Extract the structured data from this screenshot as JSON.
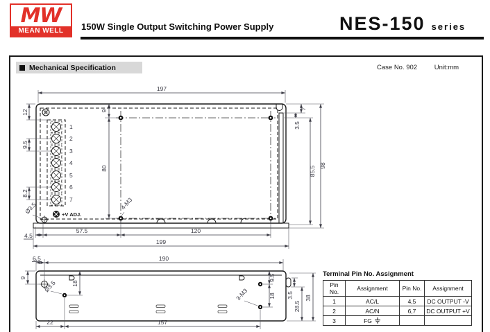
{
  "header": {
    "logo": {
      "monogram": "MW",
      "name": "MEAN WELL"
    },
    "title": "150W Single Output Switching Power Supply",
    "model": "NES-150",
    "series": "series"
  },
  "section": {
    "title": "Mechanical Specification",
    "case_no": "Case No. 902",
    "unit": "Unit:mm"
  },
  "top_view": {
    "dims": {
      "overall_width": "197",
      "terminal_top_offset": "12",
      "terminal_pitch_a": "9.5",
      "terminal_pitch_b": "8.2",
      "hole_from_top": "9",
      "hole_span_vertical": "80",
      "notch_depth": "7",
      "notch_offset": "3.5",
      "inner_height": "85.5",
      "overall_height": "98",
      "flange_offset": "4.5",
      "hole_from_left": "57.5",
      "hole_span_horizontal": "120",
      "overall_length": "199"
    },
    "labels": {
      "hole_dia": "Ø3.5",
      "mounting_holes": "4-M3",
      "pot": "+V ADJ."
    },
    "terminals": [
      "1",
      "2",
      "3",
      "4",
      "5",
      "6",
      "7"
    ]
  },
  "side_view": {
    "dims": {
      "hole_from_left": "6.5",
      "cover_length": "190",
      "hole_from_top": "9",
      "hole_spacing_left": "18",
      "hole_from_top_right": "9.5",
      "hole_spacing_right": "18",
      "tab_offset": "3.5",
      "body_inner_height": "28.5",
      "overall_height": "38",
      "slot_from_left": "22",
      "hole_span": "157"
    },
    "labels": {
      "hole_dia": "Ø3.5",
      "mounting_holes": "3-M3"
    }
  },
  "pin_table": {
    "title": "Terminal Pin No. Assignment",
    "headers": [
      "Pin No.",
      "Assignment",
      "Pin No.",
      "Assignment"
    ],
    "rows": [
      [
        "1",
        "AC/L",
        "4,5",
        "DC OUTPUT -V"
      ],
      [
        "2",
        "AC/N",
        "6,7",
        "DC OUTPUT +V"
      ],
      [
        "3",
        "FG",
        "",
        ""
      ]
    ]
  },
  "colors": {
    "brand_red": "#e23129",
    "line": "#1a1a1a",
    "dim_text": "#3c3c46",
    "section_bg": "#d8d8d8"
  }
}
